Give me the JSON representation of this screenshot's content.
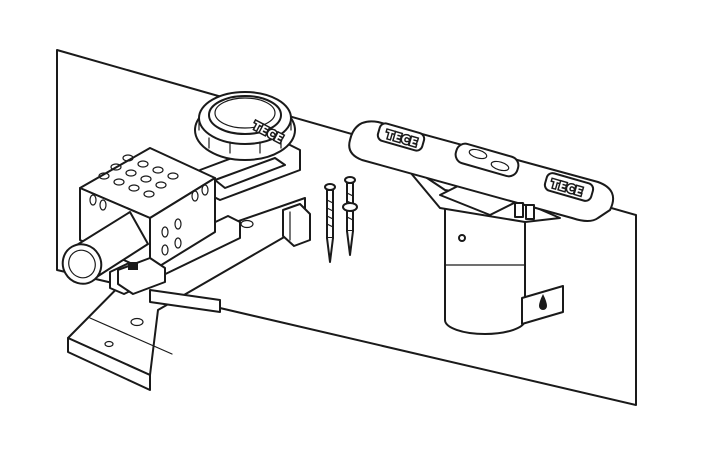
{
  "brand": {
    "logo_text": "TECE",
    "colors": {
      "line": "#1a1a1a",
      "background": "#ffffff"
    }
  },
  "parts": [
    {
      "id": "wall-panel",
      "icon": "wall-panel"
    },
    {
      "id": "drain-trap-assembly",
      "icon": "drain-trap"
    },
    {
      "id": "screws",
      "icon": "screw",
      "count": 2
    },
    {
      "id": "drain-cover-plate",
      "icon": "cover-plate"
    },
    {
      "id": "drain-body",
      "icon": "cylinder"
    },
    {
      "id": "water-symbol",
      "icon": "water-drop"
    }
  ]
}
